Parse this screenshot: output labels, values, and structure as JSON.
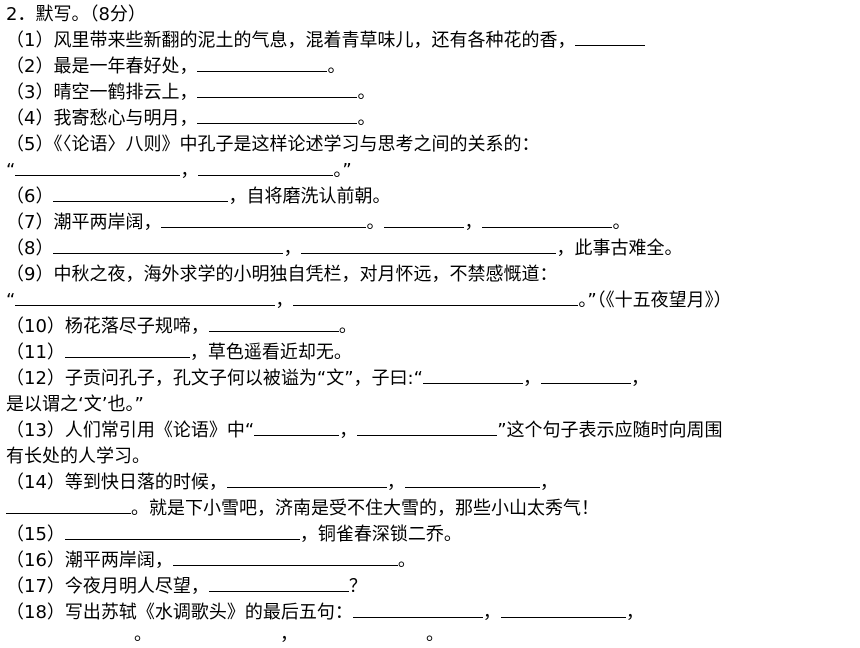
{
  "heading": "2．默写。（8分）",
  "questions": {
    "q1": {
      "num": "（1）",
      "text": "风里带来些新翻的泥土的气息，混着青草味儿，还有各种花的香，"
    },
    "q2": {
      "num": "（2）",
      "text": "最是一年春好处，",
      "end": "。"
    },
    "q3": {
      "num": "（3）",
      "text": "晴空一鹤排云上，",
      "end": "。"
    },
    "q4": {
      "num": "（4）",
      "text": "我寄愁心与明月，",
      "end": "。"
    },
    "q5": {
      "num": "（5）",
      "text": "《〈论语〉八则》中孔子是这样论述学习与思考之间的关系的：",
      "open": "“",
      "comma": "，",
      "close": "。”"
    },
    "q6": {
      "num": "（6）",
      "text": "，自将磨洗认前朝。"
    },
    "q7": {
      "num": "（7）",
      "text": "潮平两岸阔，",
      "p1": "。",
      "p2": "，",
      "p3": "。"
    },
    "q8": {
      "num": "（8）",
      "comma": "，",
      "text": "，此事古难全。"
    },
    "q9": {
      "num": "（9）",
      "text": "中秋之夜，海外求学的小明独自凭栏，对月怀远，不禁感慨道：",
      "open": "“",
      "comma": "，",
      "close": "。”（《十五夜望月》）"
    },
    "q10": {
      "num": "（10）",
      "text": "杨花落尽子规啼，",
      "end": "。"
    },
    "q11": {
      "num": "（11）",
      "text": "，草色遥看近却无。"
    },
    "q12": {
      "num": "（12）",
      "text": "子贡问孔子，孔文子何以被谥为“文”，子曰:“",
      "comma": "，",
      "comma2": "，",
      "line2": "是以谓之‘文’也。”"
    },
    "q13": {
      "num": "（13）",
      "text": "人们常引用《论语》中“",
      "comma": "，",
      "tail": "”这个句子表示应随时向周围",
      "line2": "有长处的人学习。"
    },
    "q14": {
      "num": "（14）",
      "text": "等到快日落的时候，",
      "comma": "，",
      "comma2": "，",
      "line2": "。就是下小雪吧，济南是受不住大雪的，那些小山太秀气！"
    },
    "q15": {
      "num": "（15）",
      "text": "，铜雀春深锁二乔。"
    },
    "q16": {
      "num": "（16）",
      "text": "潮平两岸阔，",
      "end": "。"
    },
    "q17": {
      "num": "（17）",
      "text": "今夜月明人尽望，",
      "end": "？"
    },
    "q18": {
      "num": "（18）",
      "text": "写出苏轼《水调歌头》的最后五句：",
      "comma": "，",
      "comma2": "，",
      "p1": "。",
      "p2": "，",
      "p3": "。"
    }
  }
}
